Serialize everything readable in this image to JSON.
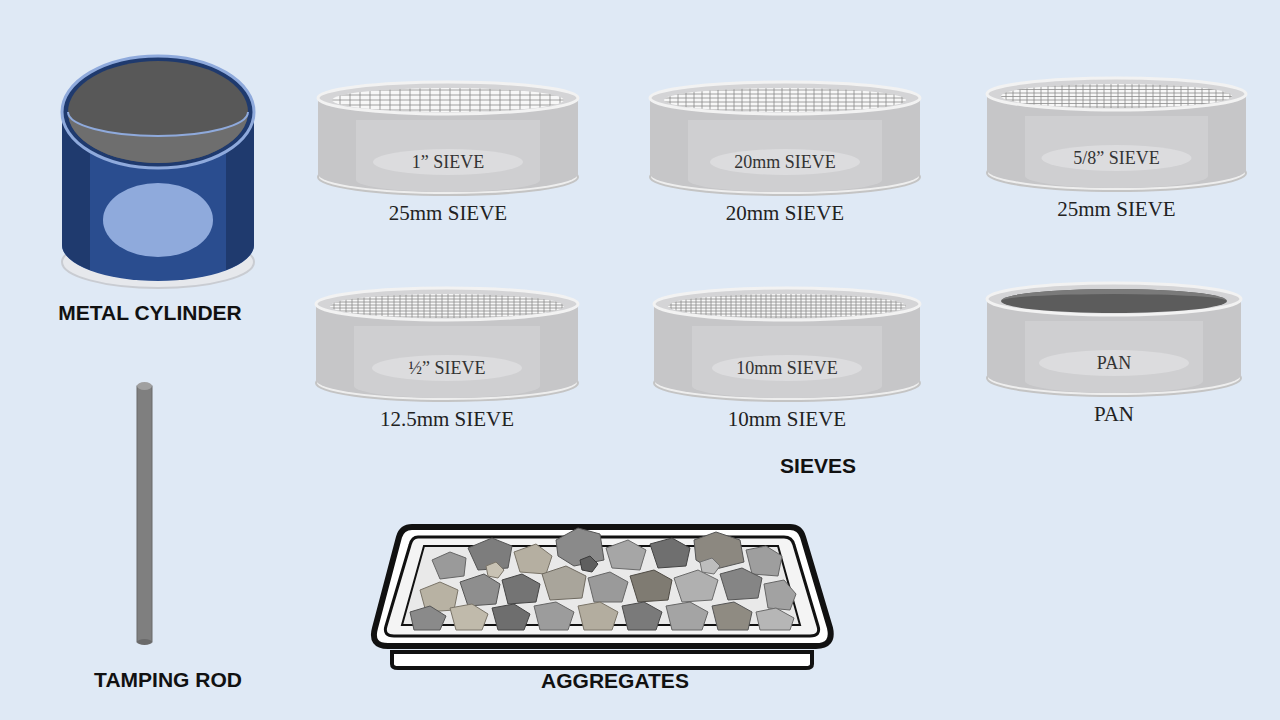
{
  "diagram": {
    "nodes": [
      {
        "text": [
          "1” SIEVE",
          "25mm SIEVE"
        ]
      },
      {
        "text": [
          "20mm SIEVE",
          "20mm SIEVE"
        ]
      },
      {
        "text": [
          "5/8” SIEVE",
          "25mm SIEVE"
        ]
      },
      {
        "text": [
          "½” SIEVE",
          "12.5mm SIEVE"
        ]
      },
      {
        "text": [
          "10mm SIEVE",
          "10mm SIEVE"
        ]
      },
      {
        "text": [
          "PAN",
          "PAN"
        ]
      }
    ],
    "labels": [
      "METAL CYLINDER",
      "SIEVES",
      "TAMPING ROD",
      "AGGREGATES"
    ]
  }
}
